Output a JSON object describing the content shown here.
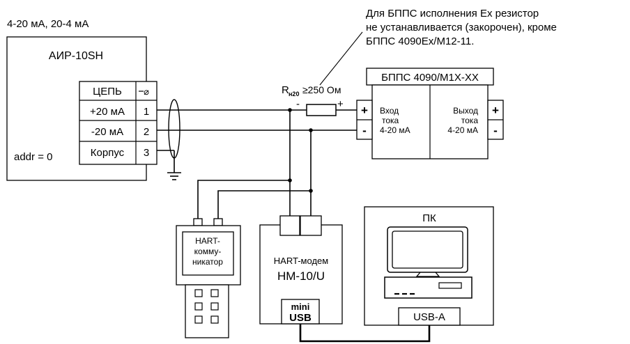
{
  "signal_modes": "4-20 мА, 20-4 мА",
  "ex_note": {
    "line1": "Для БППС исполнения Ex резистор",
    "line2": "не устанавливается (закорочен), кроме",
    "line3": "БППС 4090Ex/M12-11."
  },
  "sensor": {
    "title": "АИР-10SH",
    "addr": "addr = 0",
    "terminals": {
      "header_name": "ЦЕПЬ",
      "header_symbol": "⌀",
      "rows": [
        {
          "name": "+20 мА",
          "num": "1"
        },
        {
          "name": "-20 мА",
          "num": "2"
        },
        {
          "name": "Корпус",
          "num": "3"
        }
      ]
    }
  },
  "resistor": {
    "label_R": "R",
    "label_sub": "н20",
    "label_value": "≥250 Ом",
    "minus": "-",
    "plus": "+"
  },
  "bpps": {
    "title": "БППС 4090/M1X-XX",
    "plus": "+",
    "minus": "-",
    "input_label": [
      "Вход",
      "тока",
      "4-20 мА"
    ],
    "output_label": [
      "Выход",
      "тока",
      "4-20 мА"
    ]
  },
  "communicator": {
    "label": [
      "HART-",
      "комму-",
      "никатор"
    ]
  },
  "modem": {
    "label_top": "HART-модем",
    "label_model": "HM-10/U",
    "usb_line1": "mini",
    "usb_line2": "USB"
  },
  "pc": {
    "label": "ПК",
    "usb": "USB-A"
  },
  "colors": {
    "line": "#000000",
    "background": "#ffffff"
  }
}
